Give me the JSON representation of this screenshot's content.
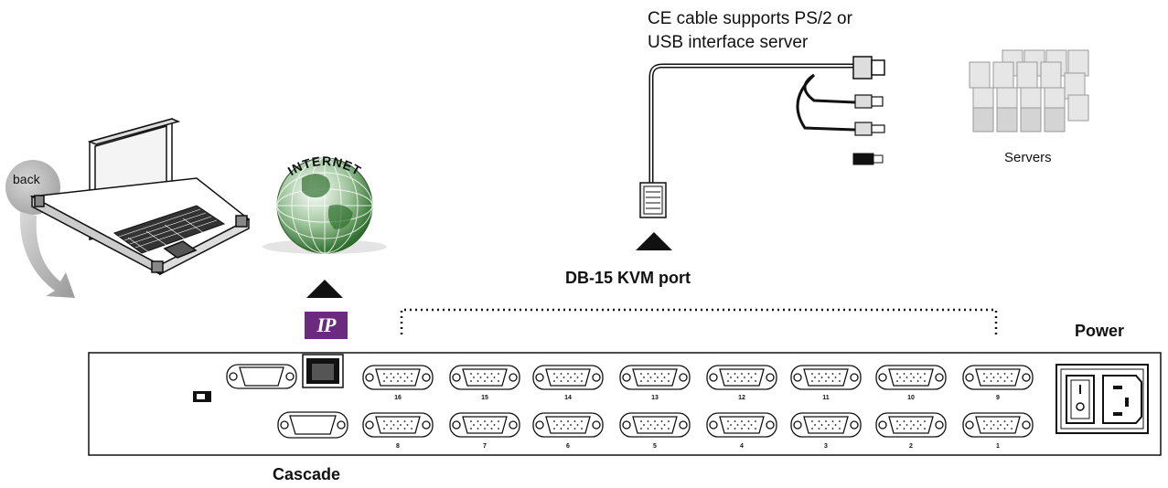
{
  "labels": {
    "cable_line1": "CE cable supports PS/2 or",
    "cable_line2": "USB interface server",
    "servers": "Servers",
    "kvm_port": "DB-15 KVM port",
    "power": "Power",
    "cascade": "Cascade",
    "back": "back",
    "internet": "INTERNET",
    "ip": "IP"
  },
  "ports": {
    "top_row": [
      "16",
      "15",
      "14",
      "13",
      "12",
      "11",
      "10",
      "9"
    ],
    "bottom_row": [
      "8",
      "7",
      "6",
      "5",
      "4",
      "3",
      "2",
      "1"
    ]
  },
  "colors": {
    "ip_badge": "#6b2a7d",
    "globe_green": "#3f8a3c",
    "line": "#111111",
    "server_grey": "#c8c8c8"
  }
}
